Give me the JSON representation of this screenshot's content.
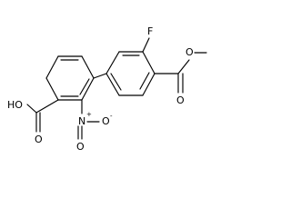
{
  "labels": {
    "fluorine": "F",
    "ester_carbonyl_oxygen": "O",
    "ester_ether_oxygen": "O",
    "hydroxyl": "HO",
    "acid_carbonyl_oxygen": "O",
    "nitro_nitrogen": "N",
    "nitro_charge_plus": "+",
    "nitro_oxygen_right": "O",
    "nitro_oxygen_bottom": "O",
    "nitro_charge_minus": "-"
  }
}
